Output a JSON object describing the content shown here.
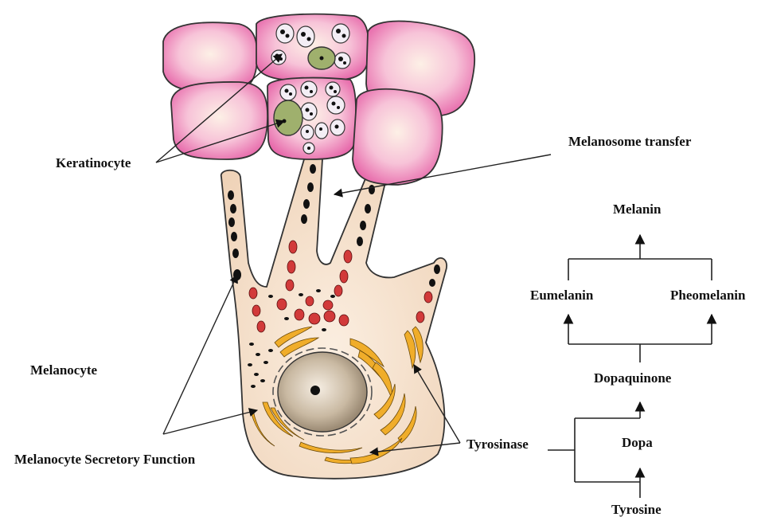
{
  "labels": {
    "keratinocyte": "Keratinocyte",
    "melanosome_transfer": "Melanosome transfer",
    "melanocyte": "Melanocyte",
    "secretory": "Melanocyte Secretory Function",
    "tyrosinase": "Tyrosinase"
  },
  "pathway": {
    "melanin": "Melanin",
    "eumelanin": "Eumelanin",
    "pheomelanin": "Pheomelanin",
    "dopaquinone": "Dopaquinone",
    "dopa": "Dopa",
    "tyrosine": "Tyrosine"
  },
  "colors": {
    "keratinocyte_fill": "#f29bc6",
    "keratinocyte_center": "#fbe3e6",
    "melanocyte_fill": "#f7e3cf",
    "melanosome_red": "#d23a3a",
    "melanosome_dark": "#111111",
    "golgi_orange": "#f0ad2a",
    "nucleus": "#b8a48a"
  }
}
